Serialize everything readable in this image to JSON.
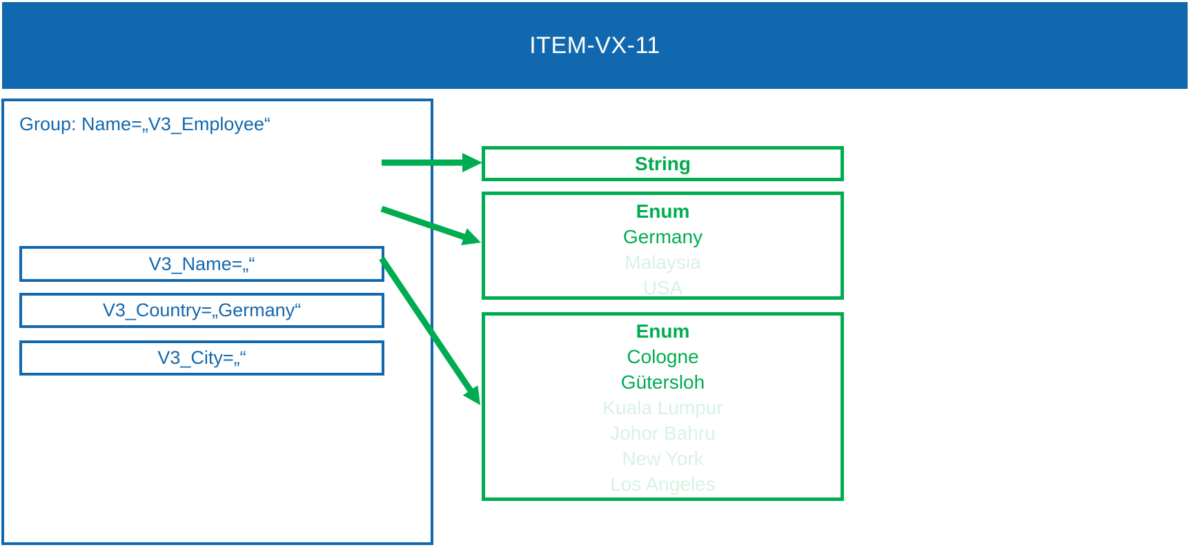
{
  "colors": {
    "blue": "#1268AE",
    "green": "#00AC50",
    "green_faded": "#D8F2E3",
    "header_text": "#FFFFFF"
  },
  "header": {
    "title": "ITEM-VX-11"
  },
  "group": {
    "label": "Group: Name=„V3_Employee“",
    "fields": [
      {
        "label": "V3_Name=„“"
      },
      {
        "label": "V3_Country=„Germany“"
      },
      {
        "label": "V3_City=„“"
      }
    ]
  },
  "types": [
    {
      "title": "String",
      "options": []
    },
    {
      "title": "Enum",
      "options": [
        {
          "label": "Germany",
          "active": true
        },
        {
          "label": "Malaysia",
          "active": false
        },
        {
          "label": "USA",
          "active": false
        }
      ]
    },
    {
      "title": "Enum",
      "options": [
        {
          "label": "Cologne",
          "active": true
        },
        {
          "label": "Gütersloh",
          "active": true
        },
        {
          "label": "Kuala Lumpur",
          "active": false
        },
        {
          "label": "Johor Bahru",
          "active": false
        },
        {
          "label": "New York",
          "active": false
        },
        {
          "label": "Los Angeles",
          "active": false
        }
      ]
    }
  ],
  "arrows": [
    {
      "from": "V3_Name",
      "to": "String"
    },
    {
      "from": "V3_Country",
      "to": "Enum countries"
    },
    {
      "from": "V3_City",
      "to": "Enum cities"
    }
  ]
}
